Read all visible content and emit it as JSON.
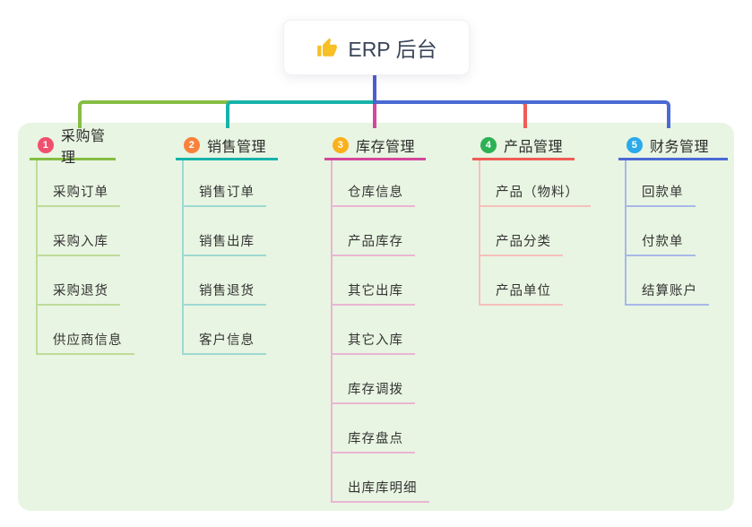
{
  "root": {
    "icon": "thumbs-up-icon",
    "label": "ERP 后台"
  },
  "branches": [
    {
      "number": "1",
      "label": "采购管理",
      "badge_color": "#f0506e",
      "line_color": "#86bd44",
      "sub_line_color": "#bedc9a",
      "children": [
        "采购订单",
        "采购入库",
        "采购退货",
        "供应商信息"
      ]
    },
    {
      "number": "2",
      "label": "销售管理",
      "badge_color": "#f8823c",
      "line_color": "#17b3aa",
      "sub_line_color": "#9ed9d2",
      "children": [
        "销售订单",
        "销售出库",
        "销售退货",
        "客户信息"
      ]
    },
    {
      "number": "3",
      "label": "库存管理",
      "badge_color": "#fbb01c",
      "line_color": "#d4479c",
      "sub_line_color": "#eab5d2",
      "children": [
        "仓库信息",
        "产品库存",
        "其它出库",
        "其它入库",
        "库存调拨",
        "库存盘点",
        "出库库明细"
      ]
    },
    {
      "number": "4",
      "label": "产品管理",
      "badge_color": "#2cb155",
      "line_color": "#f05c56",
      "sub_line_color": "#f6c0ba",
      "children": [
        "产品（物料）",
        "产品分类",
        "产品单位"
      ]
    },
    {
      "number": "5",
      "label": "财务管理",
      "badge_color": "#2ba9ea",
      "line_color": "#4a6ad4",
      "sub_line_color": "#a8b8e8",
      "children": [
        "回款单",
        "付款单",
        "结算账户"
      ]
    }
  ],
  "colors": {
    "page_bg": "#ffffff",
    "panel_bg": "#e8f5e2",
    "root_stem": "#4d5ecd",
    "title_text": "#2b2b2b",
    "sub_text": "#333333",
    "root_text": "#3b4559",
    "icon_yellow": "#f6c026"
  }
}
